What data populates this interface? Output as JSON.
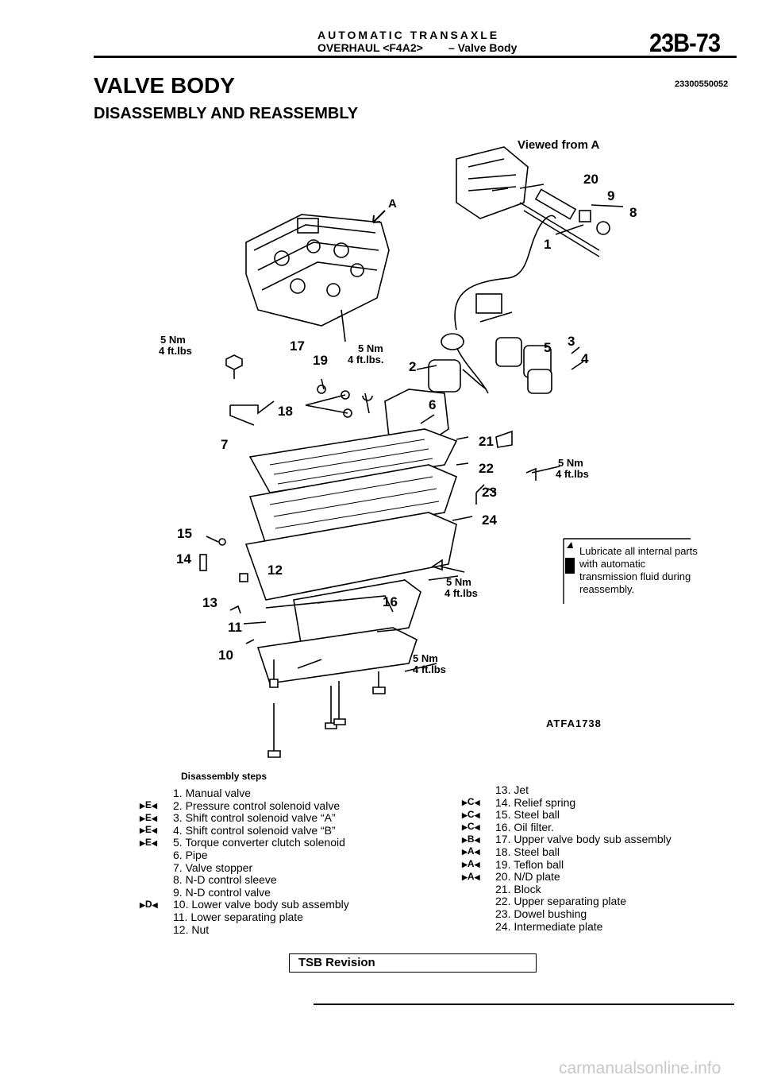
{
  "header": {
    "title": "AUTOMATIC TRANSAXLE",
    "subtitle": "OVERHAUL <F4A2>",
    "section": "– Valve Body",
    "page_number": "23B-73"
  },
  "document_code": "23300550052",
  "heading": "VALVE BODY",
  "subheading": "DISASSEMBLY AND REASSEMBLY",
  "figure": {
    "view_label": "Viewed from A",
    "arrow_label": "A",
    "figure_id": "ATFA1738",
    "torque_values": [
      {
        "nm": "5 Nm",
        "ftlbs": "4 ft.lbs"
      },
      {
        "nm": "5 Nm",
        "ftlbs": "4 ft.lbs."
      },
      {
        "nm": "5 Nm",
        "ftlbs": "4 ft.lbs"
      },
      {
        "nm": "5 Nm",
        "ftlbs": "4 ft.lbs"
      },
      {
        "nm": "5 Nm",
        "ftlbs": "4 ft.lbs"
      }
    ],
    "callouts": [
      "1",
      "2",
      "3",
      "4",
      "5",
      "6",
      "7",
      "8",
      "9",
      "10",
      "11",
      "12",
      "13",
      "14",
      "15",
      "16",
      "17",
      "18",
      "19",
      "20",
      "21",
      "22",
      "23",
      "24"
    ]
  },
  "note": "Lubricate all internal parts with automatic transmission fluid during reassembly.",
  "steps_title": "Disassembly steps",
  "steps_left": [
    {
      "mark": "",
      "text": "1. Manual valve"
    },
    {
      "mark": "E",
      "text": "2. Pressure control solenoid valve"
    },
    {
      "mark": "E",
      "text": "3. Shift control solenoid valve “A”"
    },
    {
      "mark": "E",
      "text": "4. Shift control solenoid valve “B”"
    },
    {
      "mark": "E",
      "text": "5. Torque converter clutch solenoid"
    },
    {
      "mark": "",
      "text": "6. Pipe"
    },
    {
      "mark": "",
      "text": "7. Valve stopper"
    },
    {
      "mark": "",
      "text": "8. N-D control sleeve"
    },
    {
      "mark": "",
      "text": "9. N-D control valve"
    },
    {
      "mark": "D",
      "text": "10. Lower valve body sub assembly"
    },
    {
      "mark": "",
      "text": "11. Lower separating plate"
    },
    {
      "mark": "",
      "text": "12. Nut"
    }
  ],
  "steps_right": [
    {
      "mark": "",
      "text": "13. Jet"
    },
    {
      "mark": "C",
      "text": "14. Relief spring"
    },
    {
      "mark": "C",
      "text": "15. Steel ball"
    },
    {
      "mark": "C",
      "text": "16. Oil filter."
    },
    {
      "mark": "B",
      "text": "17. Upper valve body sub assembly"
    },
    {
      "mark": "A",
      "text": "18. Steel ball"
    },
    {
      "mark": "A",
      "text": "19. Teflon ball"
    },
    {
      "mark": "A",
      "text": "20. N/D plate"
    },
    {
      "mark": "",
      "text": "21. Block"
    },
    {
      "mark": "",
      "text": "22. Upper separating plate"
    },
    {
      "mark": "",
      "text": "23. Dowel bushing"
    },
    {
      "mark": "",
      "text": "24. Intermediate plate"
    }
  ],
  "footer": {
    "tsb_label": "TSB Revision",
    "watermark": "carmanualsonline.info"
  }
}
